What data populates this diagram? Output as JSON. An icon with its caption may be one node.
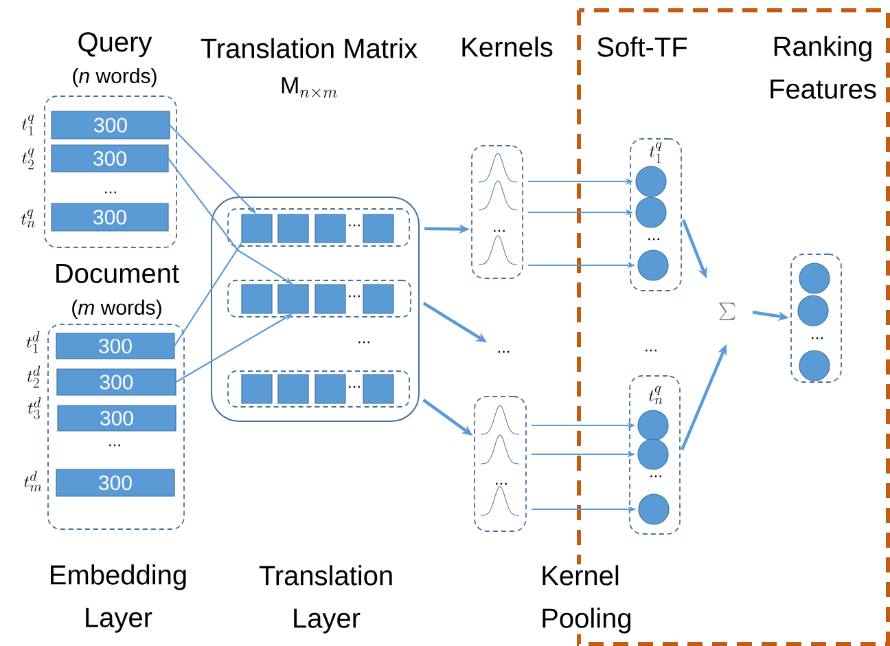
{
  "diagram": {
    "nodes": [
      {
        "text": [
          "Query",
          "(*n* words)"
        ]
      },
      {
        "text": [
          "300"
        ],
        "in": 0,
        "beside": [
          "t_1^q"
        ]
      },
      {
        "text": [
          "300"
        ],
        "in": 0,
        "beside": [
          "t_2^q"
        ]
      },
      {
        "text": [
          "300"
        ],
        "in": 0,
        "beside": [
          "t_n^q"
        ]
      },
      {
        "text": [
          "Document",
          "(*m* words)"
        ]
      },
      {
        "text": [
          "300"
        ],
        "in": 4,
        "beside": [
          "t_1^d"
        ]
      },
      {
        "text": [
          "300"
        ],
        "in": 4,
        "beside": [
          "t_2^d"
        ]
      },
      {
        "text": [
          "300"
        ],
        "in": 4,
        "beside": [
          "t_3^d"
        ]
      },
      {
        "text": [
          "300"
        ],
        "in": 4,
        "beside": [
          "t_m^d"
        ]
      },
      {
        "text": [],
        "shape": "box"
      },
      {
        "text": [],
        "shape": "box",
        "in": 9
      },
      {
        "text": [],
        "shape": "box",
        "in": 9
      },
      {
        "text": [],
        "shape": "box",
        "in": 9
      },
      {
        "text": [],
        "shape": "box",
        "in": 10
      },
      {
        "text": [],
        "shape": "box",
        "in": 10
      },
      {
        "text": [],
        "shape": "box",
        "in": 10
      },
      {
        "text": [],
        "shape": "box",
        "in": 10
      },
      {
        "text": [],
        "shape": "box",
        "in": 11
      },
      {
        "text": [],
        "shape": "box",
        "in": 11
      },
      {
        "text": [],
        "shape": "box",
        "in": 11
      },
      {
        "text": [],
        "shape": "box",
        "in": 11
      },
      {
        "text": [],
        "shape": "box",
        "in": 12
      },
      {
        "text": [],
        "shape": "box",
        "in": 12
      },
      {
        "text": [],
        "shape": "box",
        "in": 12
      },
      {
        "text": [],
        "shape": "box",
        "in": 12
      },
      {
        "text": [],
        "shape": "box"
      },
      {
        "text": [],
        "shape": "box"
      },
      {
        "text": [
          "t_1^q"
        ]
      },
      {
        "text": [],
        "shape": "circle",
        "in": 27
      },
      {
        "text": [],
        "shape": "circle",
        "in": 27
      },
      {
        "text": [],
        "shape": "circle",
        "in": 27
      },
      {
        "text": [
          "t_n^q"
        ]
      },
      {
        "text": [],
        "shape": "circle",
        "in": 31
      },
      {
        "text": [],
        "shape": "circle",
        "in": 31
      },
      {
        "text": [],
        "shape": "circle",
        "in": 31
      },
      {
        "text": [
          "\\sum"
        ]
      },
      {
        "text": [],
        "shape": "box"
      },
      {
        "text": [],
        "shape": "circle",
        "in": 36
      },
      {
        "text": [],
        "shape": "circle",
        "in": 36
      },
      {
        "text": [],
        "shape": "circle",
        "in": 36
      },
      {
        "text": [
          "..."
        ]
      }
    ],
    "edges": [
      {
        "from": 1,
        "to": 13,
        "arrow": "to"
      },
      {
        "from": 2,
        "to": 18,
        "arrow": "to"
      },
      {
        "from": 5,
        "to": 13,
        "arrow": "none"
      },
      {
        "from": 6,
        "to": 18,
        "arrow": "to"
      },
      {
        "from": 9,
        "to": 25,
        "arrow": "to",
        "style": "thick"
      },
      {
        "from": 9,
        "to": 40,
        "arrow": "to",
        "style": "thick"
      },
      {
        "from": 9,
        "to": 26,
        "arrow": "to",
        "style": "thick"
      },
      {
        "from": 25,
        "to": 28,
        "arrow": "to"
      },
      {
        "from": 25,
        "to": 29,
        "arrow": "to"
      },
      {
        "from": 25,
        "to": 30,
        "arrow": "to"
      },
      {
        "from": 26,
        "to": 32,
        "arrow": "to"
      },
      {
        "from": 26,
        "to": 33,
        "arrow": "to"
      },
      {
        "from": 26,
        "to": 34,
        "arrow": "to"
      },
      {
        "from": 27,
        "to": 35,
        "arrow": "to",
        "style": "thick"
      },
      {
        "from": 31,
        "to": 35,
        "arrow": "to",
        "style": "thick"
      },
      {
        "from": 35,
        "to": 36,
        "arrow": "to",
        "style": "thick"
      }
    ],
    "labels": [
      "Translation Matrix",
      "\\mathrm{M}_{n\\times m}",
      "Kernels",
      "Soft-TF",
      "Ranking Features",
      "...",
      "...",
      "...",
      "...",
      "...",
      "...",
      "...",
      "...",
      "...",
      "...",
      "...",
      "...",
      "Embedding Layer",
      "Translation Layer",
      "Kernel Pooling"
    ]
  }
}
